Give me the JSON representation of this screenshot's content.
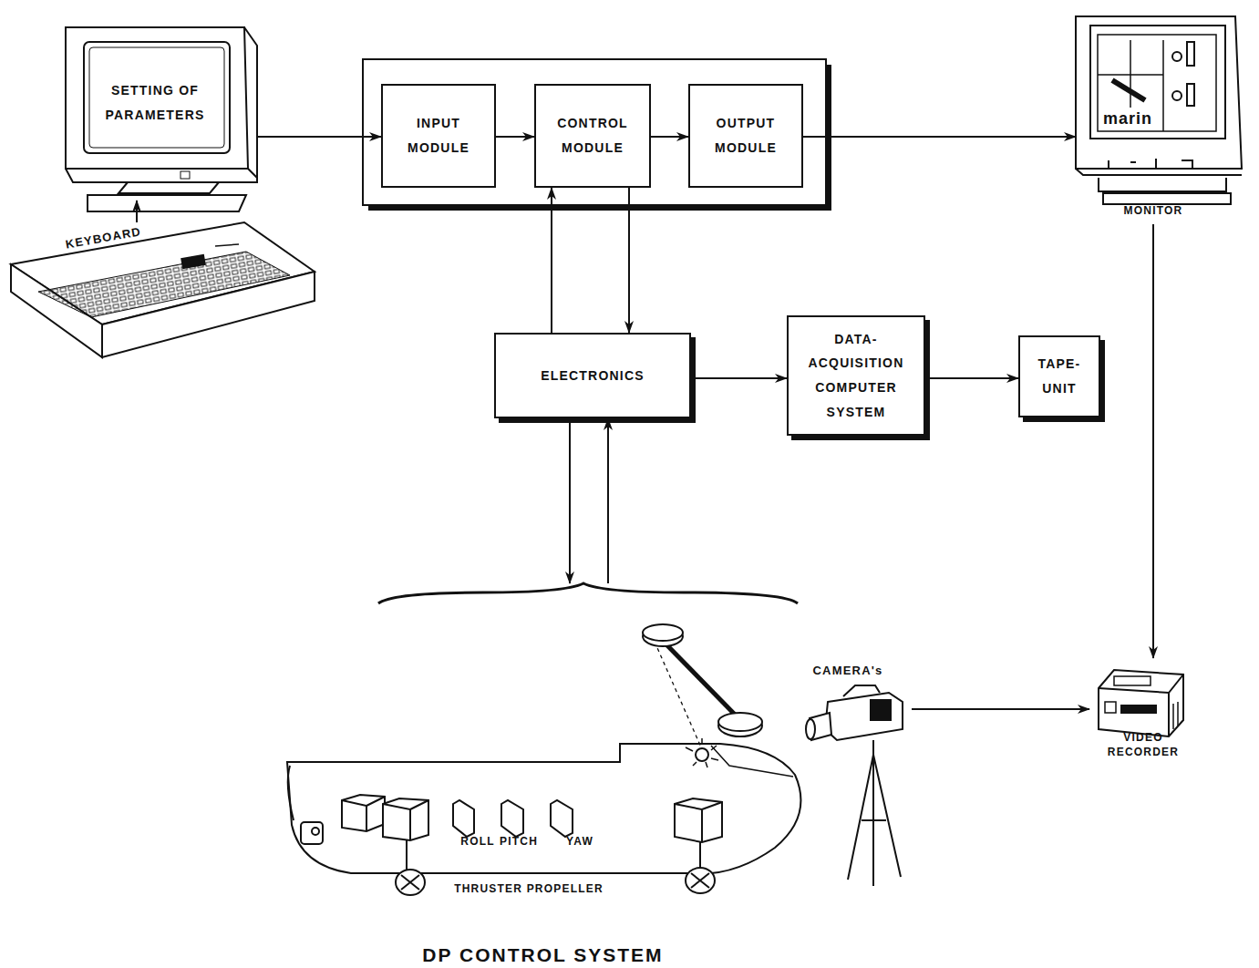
{
  "diagram": {
    "caption": "DP CONTROL SYSTEM",
    "nodes": [
      {
        "text": [
          "SETTING OF PARAMETERS"
        ]
      },
      {
        "text": [
          "INPUT MODULE"
        ]
      },
      {
        "text": [
          "CONTROL MODULE"
        ]
      },
      {
        "text": [
          "OUTPUT MODULE"
        ]
      },
      {
        "text": [
          "marin",
          "MONITOR"
        ]
      },
      {
        "text": [
          "KEYBOARD"
        ]
      },
      {
        "text": [
          "ELECTRONICS"
        ]
      },
      {
        "text": [
          "DATA-ACQUISITION COMPUTER SYSTEM"
        ]
      },
      {
        "text": [
          "TAPE-UNIT"
        ]
      },
      {
        "text": [
          "ROLL",
          "PITCH",
          "YAW",
          "THRUSTER PROPELLER"
        ]
      },
      {
        "text": [
          "CAMERA's"
        ]
      },
      {
        "text": [
          "VIDEO RECORDER"
        ]
      }
    ],
    "edges": [
      {
        "from": 5,
        "to": 0,
        "arrow": "to"
      },
      {
        "from": 0,
        "to": 1,
        "arrow": "to"
      },
      {
        "from": 1,
        "to": 2,
        "arrow": "to"
      },
      {
        "from": 2,
        "to": 3,
        "arrow": "to"
      },
      {
        "from": 3,
        "to": 4,
        "arrow": "to"
      },
      {
        "from": 6,
        "to": 2,
        "arrow": "to"
      },
      {
        "from": 2,
        "to": 6,
        "arrow": "to"
      },
      {
        "from": 6,
        "to": 7,
        "arrow": "to"
      },
      {
        "from": 7,
        "to": 8,
        "arrow": "to"
      },
      {
        "from": 6,
        "to": 9,
        "arrow": "to"
      },
      {
        "from": 9,
        "to": 6,
        "arrow": "to"
      },
      {
        "from": 4,
        "to": 11,
        "arrow": "to"
      },
      {
        "from": 10,
        "to": 11,
        "arrow": "to"
      }
    ]
  }
}
